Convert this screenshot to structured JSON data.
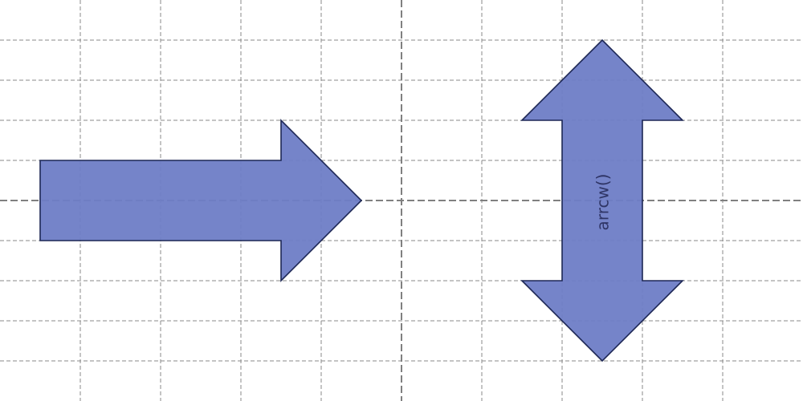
{
  "colors": {
    "arrow_fill": "#6e7dc6",
    "arrow_stroke": "#1d2755",
    "label_color": "#2f3566",
    "grid": "#8a8a8a",
    "axis": "#808080",
    "background": "#ffffff"
  },
  "shapes": [
    {
      "name": "right-arrow",
      "label": ""
    },
    {
      "name": "double-vertical-arrow",
      "label": "arrcw()"
    }
  ]
}
